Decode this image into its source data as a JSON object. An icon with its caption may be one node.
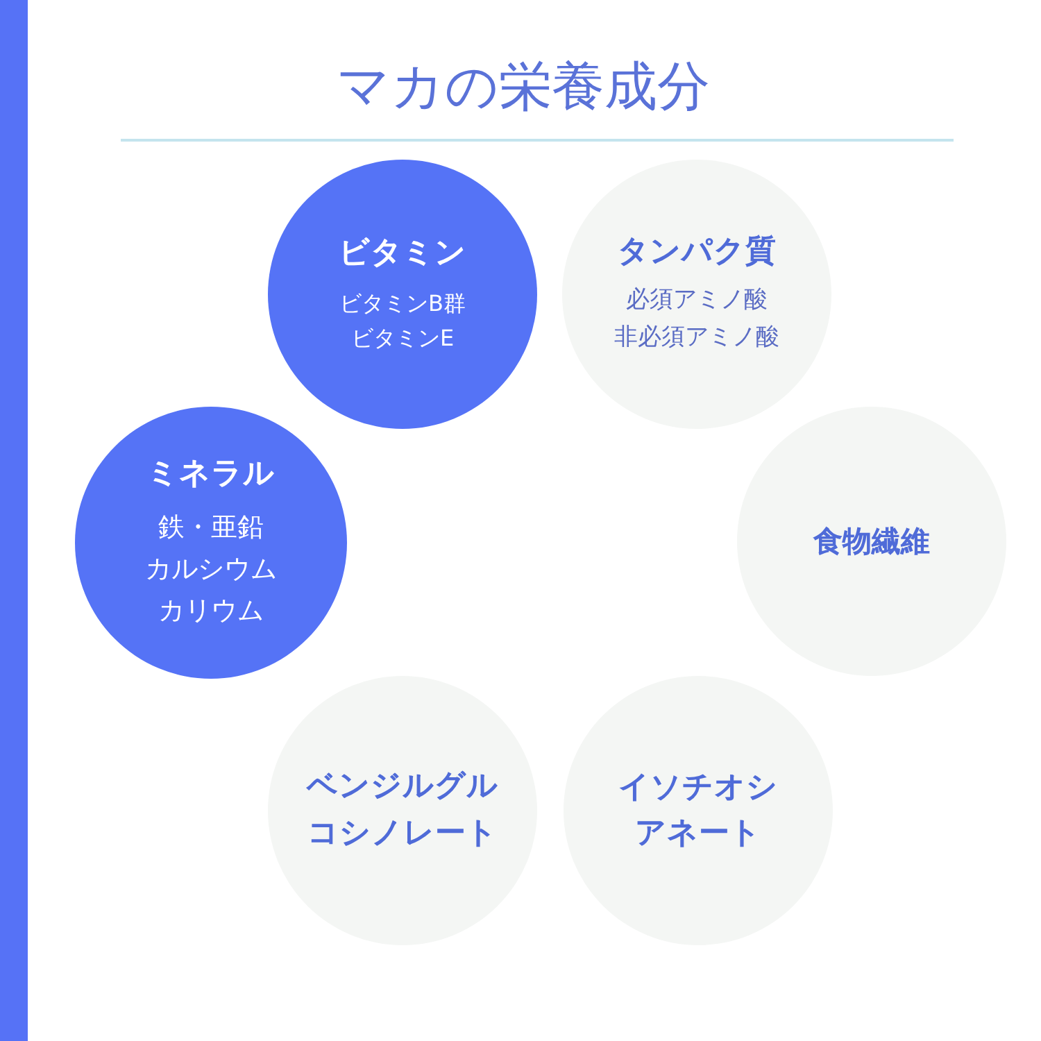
{
  "diagram": {
    "title": "マカの栄養成分",
    "nodes": [
      {
        "text": [
          "ビタミン",
          "ビタミンB群",
          "ビタミンE"
        ]
      },
      {
        "text": [
          "タンパク質",
          "必須アミノ酸",
          "非必須アミノ酸"
        ]
      },
      {
        "text": [
          "ミネラル",
          "鉄・亜鉛",
          "カルシウム",
          "カリウム"
        ]
      },
      {
        "text": [
          "食物繊維"
        ]
      },
      {
        "text": [
          "ベンジルグルコシノレート"
        ]
      },
      {
        "text": [
          "イソチオシアネート"
        ]
      }
    ]
  }
}
